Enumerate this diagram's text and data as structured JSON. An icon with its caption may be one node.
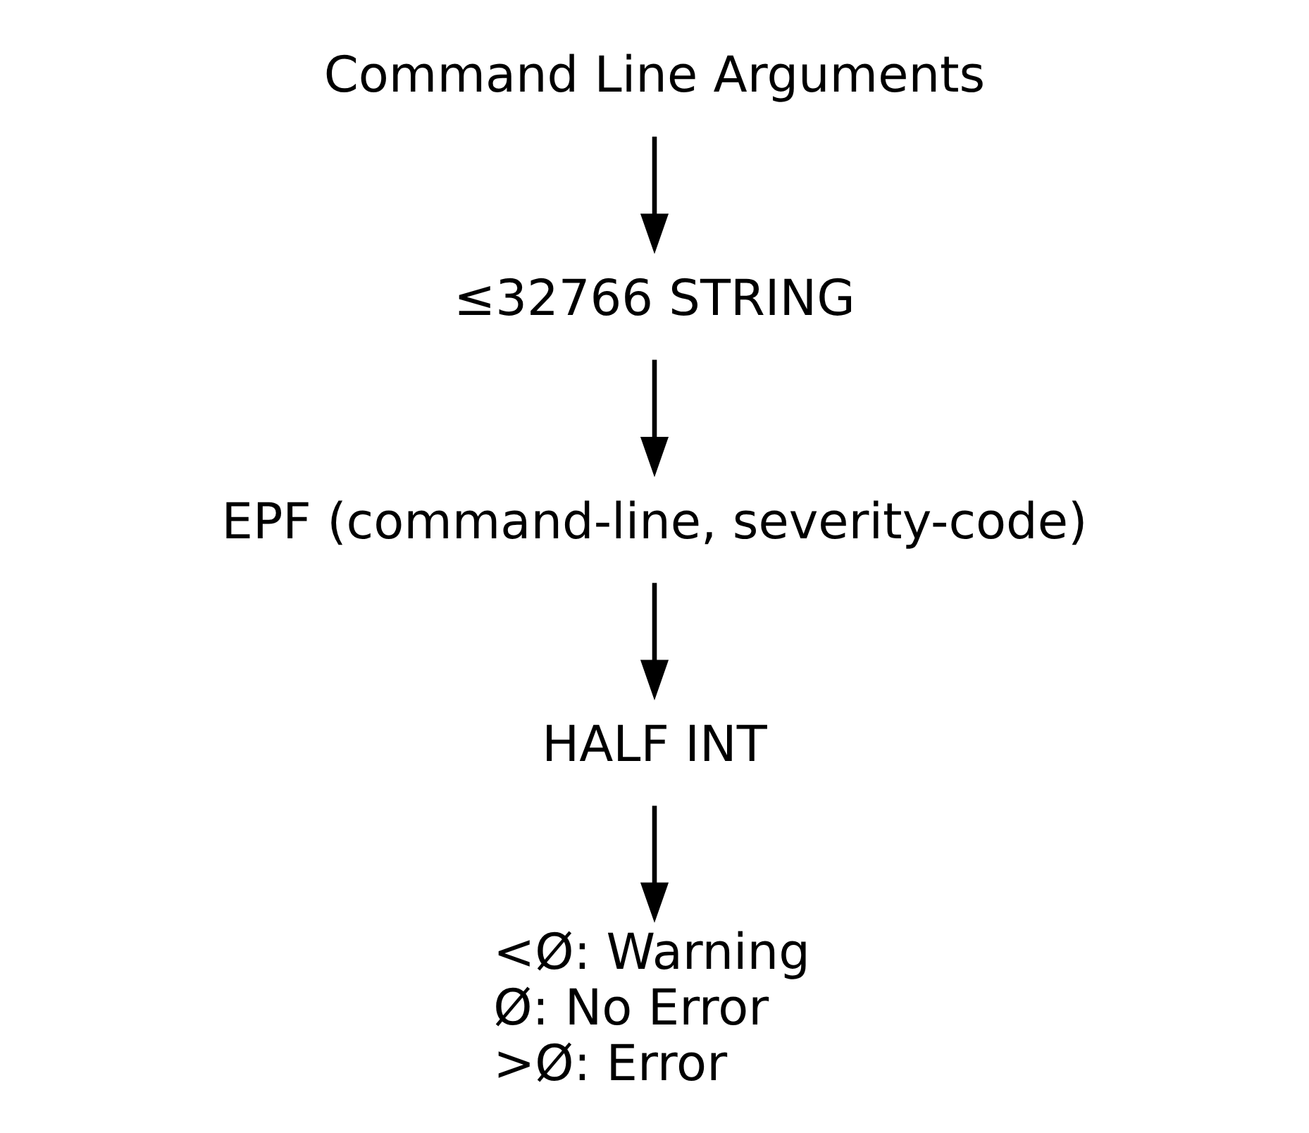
{
  "diagram": {
    "nodes": [
      {
        "text": [
          "Command Line Arguments"
        ]
      },
      {
        "text": [
          "≤32766 STRING"
        ]
      },
      {
        "text": [
          "EPF (command-line, severity-code)"
        ]
      },
      {
        "text": [
          "HALF INT"
        ]
      },
      {
        "text": [
          "<Ø: Warning",
          "Ø: No Error",
          ">Ø: Error"
        ]
      }
    ],
    "edges": [
      {
        "from": 0,
        "to": 1,
        "arrow": "to"
      },
      {
        "from": 1,
        "to": 2,
        "arrow": "to"
      },
      {
        "from": 2,
        "to": 3,
        "arrow": "to"
      },
      {
        "from": 3,
        "to": 4,
        "arrow": "to"
      }
    ]
  }
}
